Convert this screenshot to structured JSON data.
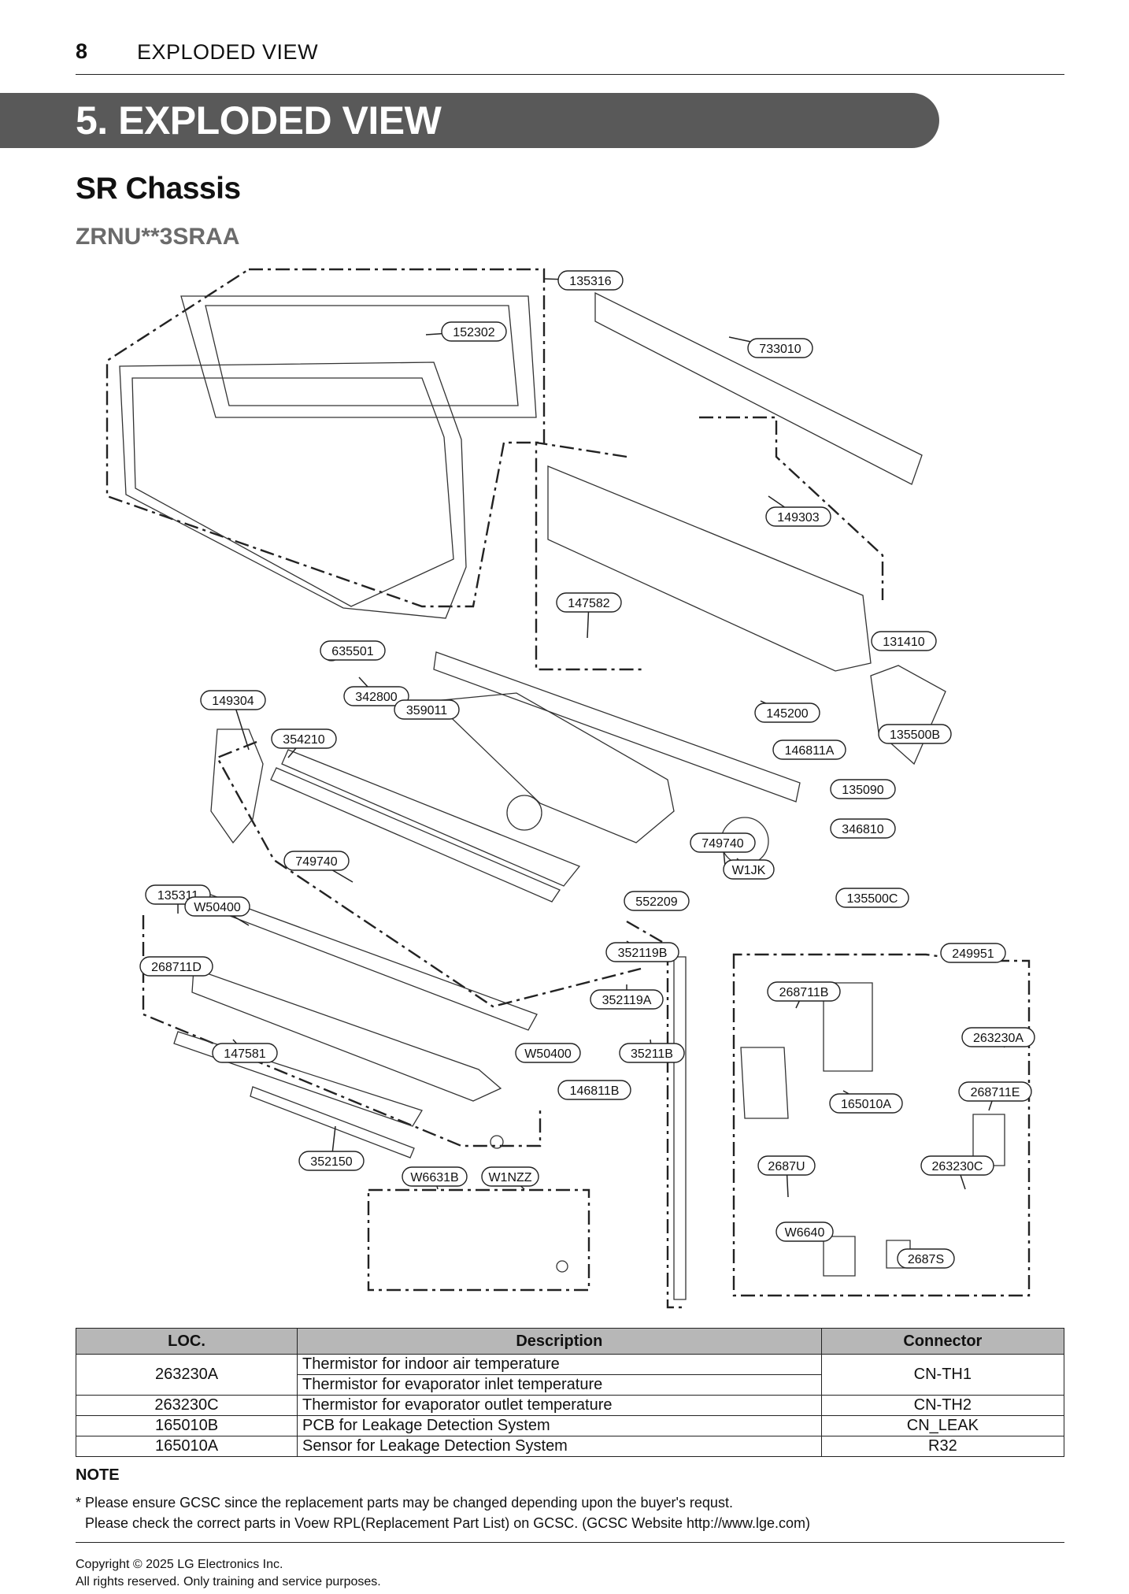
{
  "header": {
    "page_number": "8",
    "title": "EXPLODED VIEW"
  },
  "section": {
    "title": "5. EXPLODED VIEW"
  },
  "chassis_title": "SR Chassis",
  "model": "ZRNU**3SRAA",
  "diagram": {
    "part_labels": [
      "135316",
      "152302",
      "733010",
      "149303",
      "131410",
      "147582",
      "635501",
      "342800",
      "149304",
      "359011",
      "145200",
      "354210",
      "146811A",
      "135500B",
      "135090",
      "346810",
      "749740",
      "749740",
      "W1JK",
      "135311",
      "W50400",
      "552209",
      "135500C",
      "249951",
      "268711D",
      "352119B",
      "268711B",
      "352119A",
      "263230A",
      "147581",
      "W50400",
      "35211B",
      "268711E",
      "146811B",
      "165010A",
      "2687U",
      "263230C",
      "352150",
      "W6631B",
      "W1NZZ",
      "W6640",
      "2687S"
    ]
  },
  "table": {
    "headers": [
      "LOC.",
      "Description",
      "Connector"
    ],
    "rows": [
      {
        "loc": "263230A",
        "descriptions": [
          "Thermistor for indoor air temperature",
          "Thermistor for evaporator inlet temperature"
        ],
        "connector": "CN-TH1"
      },
      {
        "loc": "263230C",
        "descriptions": [
          "Thermistor for evaporator outlet temperature"
        ],
        "connector": "CN-TH2"
      },
      {
        "loc": "165010B",
        "descriptions": [
          "PCB for Leakage Detection System"
        ],
        "connector": "CN_LEAK"
      },
      {
        "loc": "165010A",
        "descriptions": [
          "Sensor for Leakage Detection System"
        ],
        "connector": "R32"
      }
    ]
  },
  "note": {
    "title": "NOTE",
    "line1": "* Please ensure GCSC since the replacement parts may be changed depending upon the buyer's requst.",
    "line2": "Please check the correct parts in Voew RPL(Replacement Part List) on GCSC. (GCSC Website http://www.lge.com)"
  },
  "footer": {
    "copyright": "Copyright © 2025 LG Electronics Inc.",
    "rights": "All rights reserved. Only training and service purposes."
  }
}
